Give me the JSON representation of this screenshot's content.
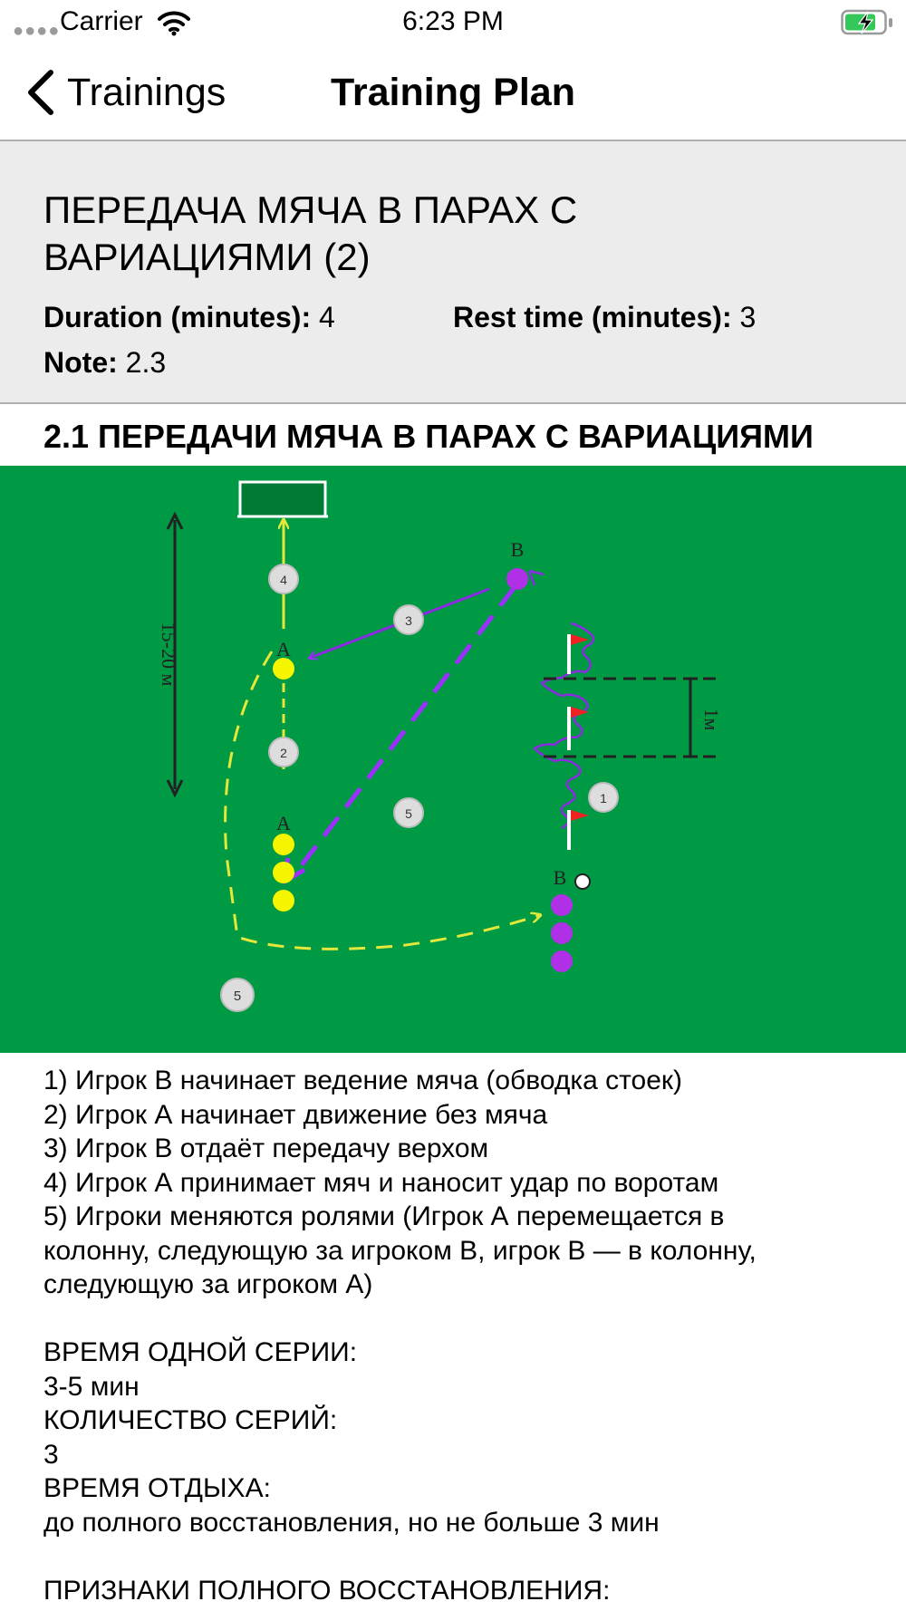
{
  "status_bar": {
    "carrier": "Carrier",
    "time": "6:23 PM"
  },
  "nav": {
    "back_label": "Trainings",
    "title": "Training Plan"
  },
  "exercise": {
    "title": "ПЕРЕДАЧА МЯЧА В ПАРАХ С ВАРИАЦИЯМИ (2)",
    "duration_label": "Duration (minutes):",
    "duration_value": "4",
    "rest_label": "Rest time (minutes):",
    "rest_value": "3",
    "note_label": "Note:",
    "note_value": "2.3"
  },
  "section": {
    "title": "2.1 ПЕРЕДАЧИ МЯЧА В ПАРАХ С ВАРИАЦИЯМИ"
  },
  "diagram": {
    "distance_label": "15-20 м",
    "gap_label": "1м",
    "player_a": "A",
    "player_b": "B",
    "step_markers": [
      "1",
      "2",
      "3",
      "4",
      "5"
    ]
  },
  "description": {
    "lines": [
      "1) Игрок В начинает ведение мяча (обводка стоек)",
      "2) Игрок А начинает движение без мяча",
      "3) Игрок В отдаёт передачу верхом",
      "4) Игрок А принимает мяч и наносит удар по воротам",
      "5) Игроки меняются ролями (Игрок А перемещается в",
      "колонну, следующую за игроком В, игрок В — в колонну,",
      "следующую за игроком А)",
      "",
      "ВРЕМЯ ОДНОЙ СЕРИИ:",
      "3-5 мин",
      "КОЛИЧЕСТВО СЕРИЙ:",
      "3",
      "ВРЕМЯ ОТДЫХА:",
      "до полного восстановления, но не больше 3 мин",
      "",
      "ПРИЗНАКИ ПОЛНОГО ВОССТАНОВЛЕНИЯ:"
    ]
  },
  "colors": {
    "pitch": "#009944",
    "player_a": "#f5f500",
    "player_b": "#b030e8",
    "arrow_b": "#8a2be2",
    "arrow_a": "#e4e83a",
    "battery": "#34c759"
  }
}
